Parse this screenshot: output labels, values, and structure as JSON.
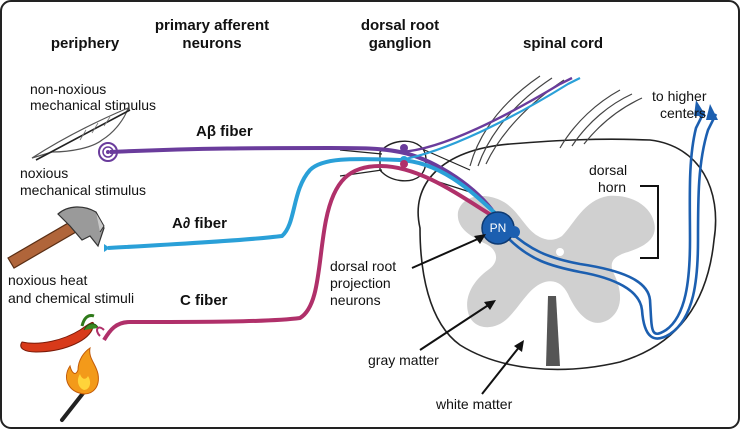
{
  "headers": {
    "periphery": "periphery",
    "primary_afferent_1": "primary afferent",
    "primary_afferent_2": "neurons",
    "drg_1": "dorsal root",
    "drg_2": "ganglion",
    "spinal_cord": "spinal cord"
  },
  "stimuli": {
    "mech_nonnox_1": "non-noxious",
    "mech_nonnox_2": "mechanical stimulus",
    "mech_nox_1": "noxious",
    "mech_nox_2": "mechanical stimulus",
    "heat_chem_1": "noxious heat",
    "heat_chem_2": "and chemical stimuli"
  },
  "fibers": {
    "abeta": "Aβ fiber",
    "adelta": "A∂ fiber",
    "c": "C fiber"
  },
  "labels": {
    "higher_1": "to higher",
    "higher_2": "centers",
    "dorsal_horn_1": "dorsal",
    "dorsal_horn_2": "horn",
    "projection_1": "dorsal root",
    "projection_2": "projection",
    "projection_3": "neurons",
    "gray_matter": "gray matter",
    "white_matter": "white matter",
    "pn": "PN"
  },
  "colors": {
    "abeta": "#6a3c9c",
    "adelta": "#2aa0d8",
    "cfiber": "#b0306a",
    "projection": "#1c5fb0",
    "gray_matter": "#d0d0d0"
  }
}
